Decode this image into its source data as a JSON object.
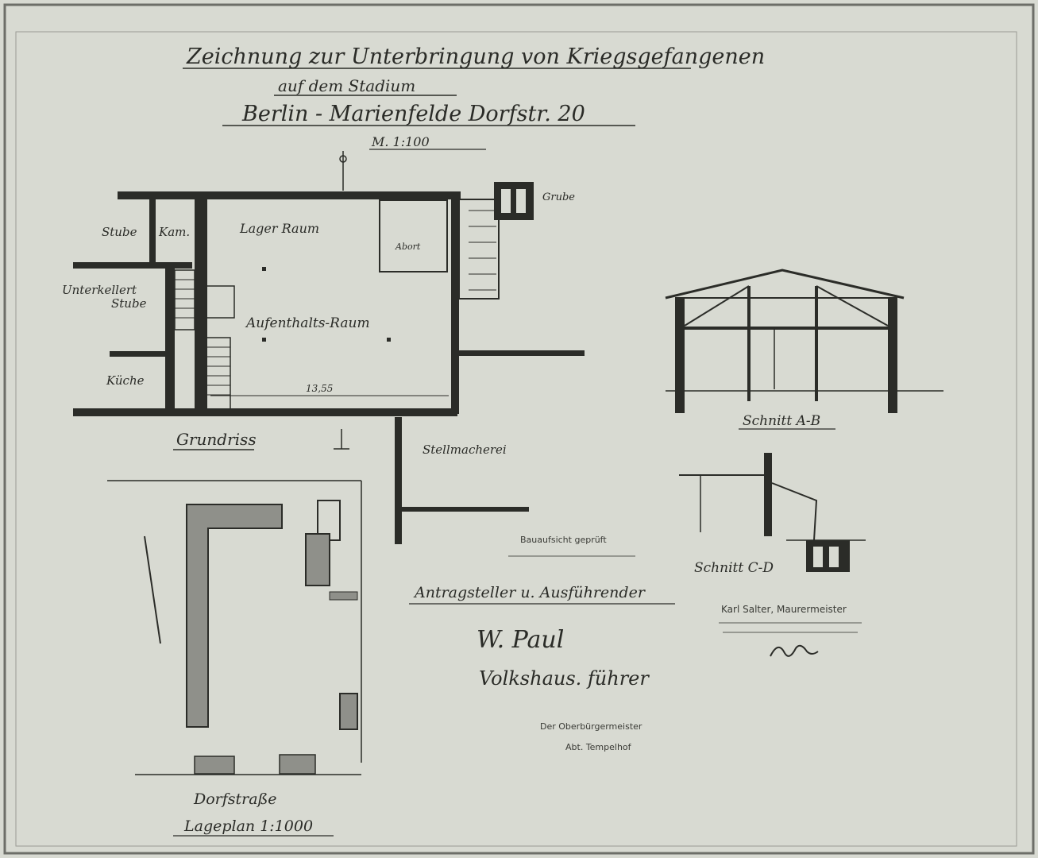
{
  "title": {
    "line1": "Zeichnung zur Unterbringung von Kriegsgefangenen",
    "line2": "auf dem Stadium",
    "line3": "Berlin - Marienfelde Dorfstr. 20",
    "scale": "M. 1:100"
  },
  "floor_plan": {
    "label": "Grundriss",
    "rooms": {
      "stube": "Stube",
      "kammer": "Kam.",
      "lagerraum": "Lager Raum",
      "unterkellert": "Unterkellert",
      "stube2": "Stube",
      "aufenthaltsraum": "Aufenthalts-Raum",
      "kueche": "Küche",
      "abort": "Abort",
      "grube": "Grube",
      "stellmacherei": "Stellmacherei"
    },
    "dimensions": {
      "main_width": "13,55"
    }
  },
  "section_ab": {
    "label": "Schnitt A-B"
  },
  "section_cd": {
    "label": "Schnitt C-D"
  },
  "site_plan": {
    "street": "Dorfstraße",
    "label": "Lageplan 1:1000"
  },
  "approval": {
    "stamp_top": "Bauaufsicht geprüft",
    "applicant_label": "Antragsteller u. Ausführender",
    "signature_name": "W. Paul",
    "signature_title": "Volkshaus. führer",
    "stamp_bottom_1": "Der Oberbürgermeister",
    "stamp_bottom_2": "Abt. Tempelhof",
    "builder_name": "Karl Salter, Maurermeister"
  },
  "colors": {
    "paper": "#d8dad2",
    "ink": "#2b2c28"
  }
}
